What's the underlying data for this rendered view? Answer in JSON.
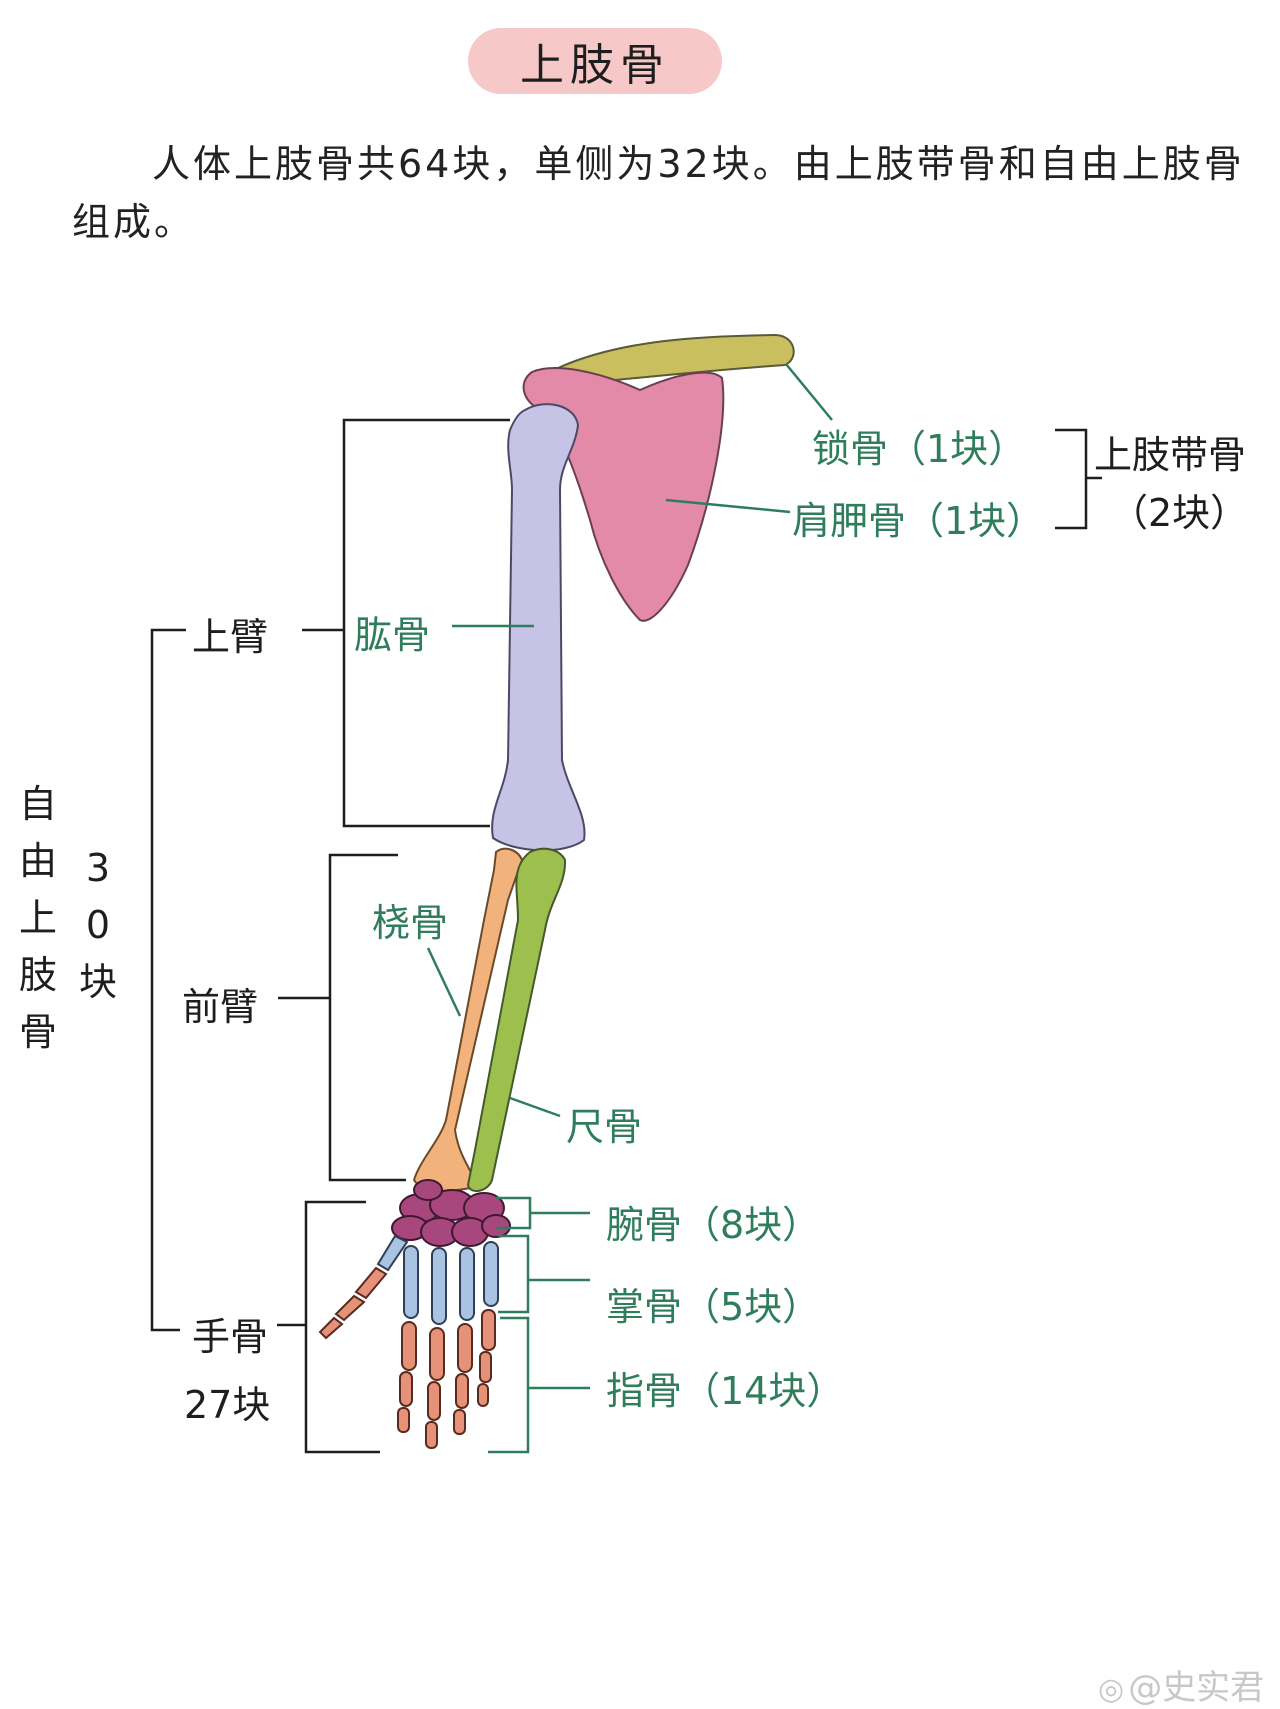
{
  "title": "上肢骨",
  "intro": "人体上肢骨共64块，单侧为32块。由上肢带骨和自由上肢骨组成。",
  "labels": {
    "clavicle": "锁骨（1块）",
    "scapula": "肩胛骨（1块）",
    "girdle_name": "上肢带骨",
    "girdle_count": "（2块）",
    "humerus": "肱骨",
    "upper_arm": "上臂",
    "radius": "桡骨",
    "forearm": "前臂",
    "ulna": "尺骨",
    "carpals": "腕骨（8块）",
    "metacarpals": "掌骨（5块）",
    "phalanges": "指骨（14块）",
    "hand": "手骨",
    "hand_count": "27块",
    "free_limb": [
      "自",
      "由",
      "上",
      "肢",
      "骨"
    ],
    "free_count": [
      "3",
      "0",
      "块"
    ]
  },
  "watermark": "@史实君",
  "colors": {
    "title_bg": "#f6c9c8",
    "label_green": "#2f7d5c",
    "clavicle": "#c9bf5e",
    "scapula": "#e38aa8",
    "humerus": "#c7c3e6",
    "radius": "#f2b27c",
    "ulna": "#9dbf4e",
    "carpals": "#a8477e",
    "metacarpals": "#a9c3e2",
    "phalanges": "#e69278"
  }
}
